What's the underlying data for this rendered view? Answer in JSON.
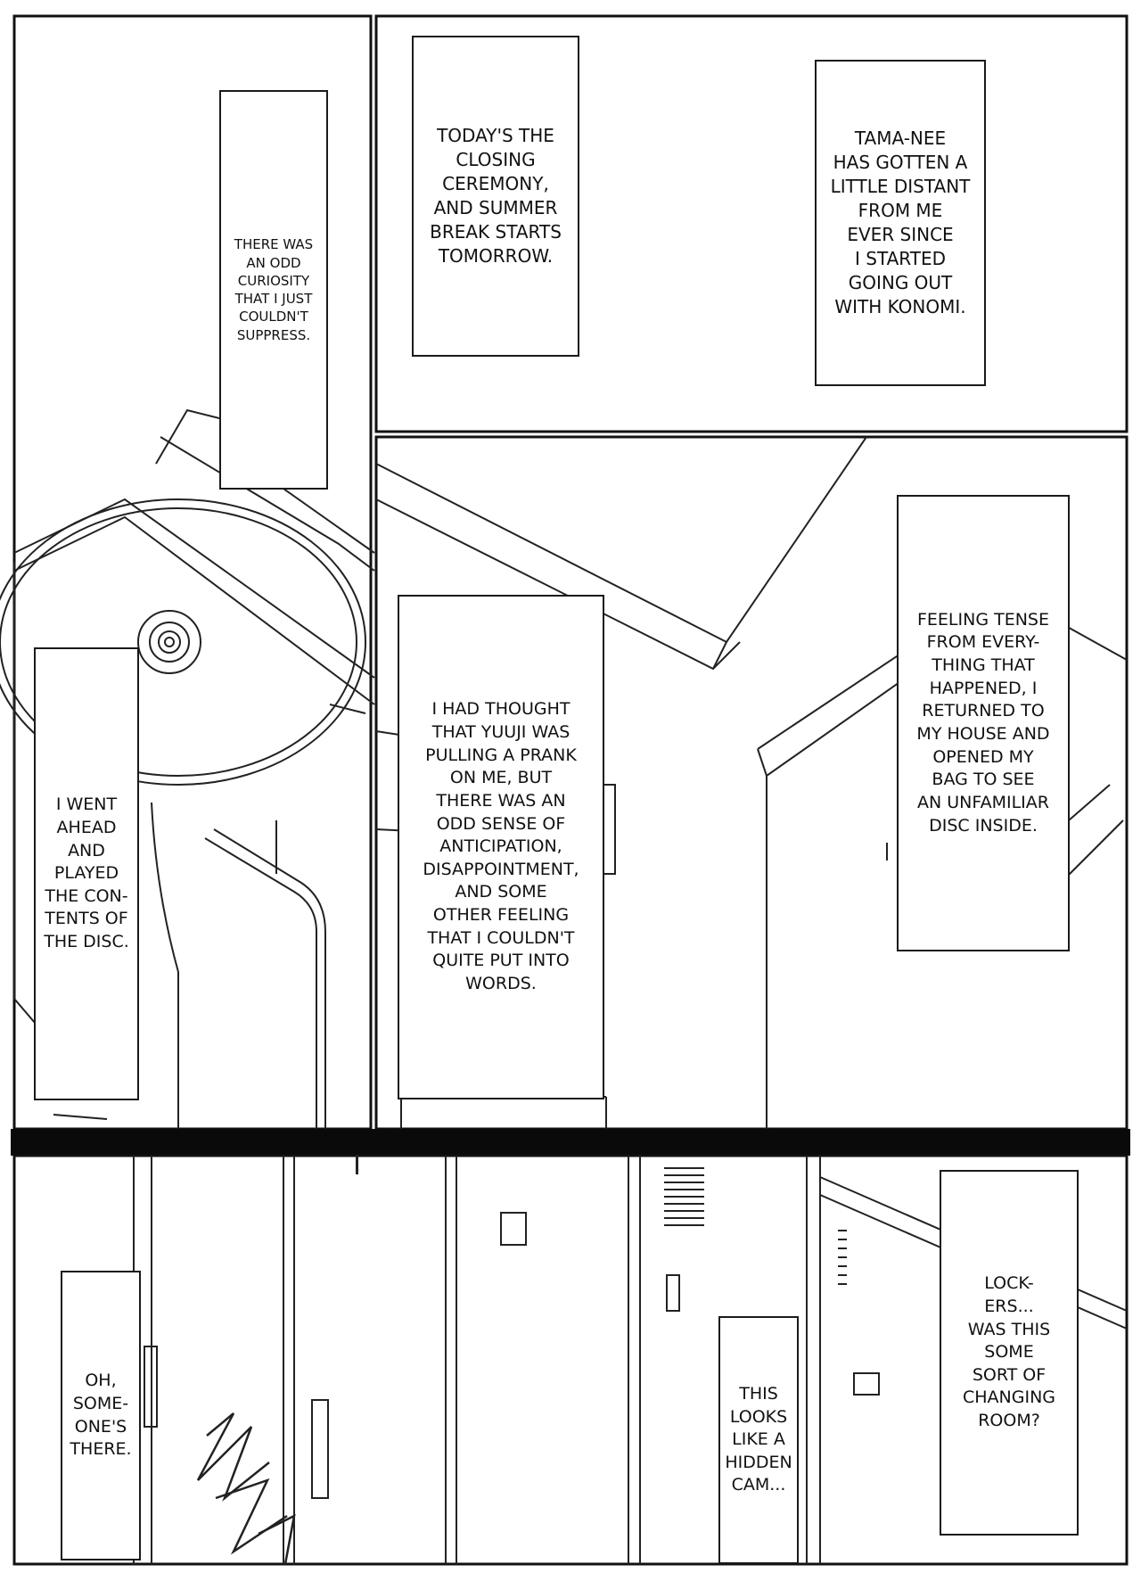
{
  "colors": {
    "ink": "#111111",
    "paper": "#ffffff",
    "panel_border": "#111111",
    "divider_bar": "#0a0a0a"
  },
  "captions": {
    "odd_curiosity": "There was\nan odd\ncuriosity\nthat I just\ncouldn't\nsuppress.",
    "closing_ceremony": "Today's the\nclosing\nceremony,\nand summer\nbreak starts\ntomorrow.",
    "tama_nee": "Tama-nee\nhas gotten a\nlittle distant\nfrom me\never since\nI started\ngoing out\nwith Konomi.",
    "played_disc": "I went\nahead\nand\nplayed\nthe con-\ntents of\nthe disc.",
    "prank": "I had thought\nthat Yuuji was\npulling a prank\non me, but\nthere was an\nodd sense of\nanticipation,\ndisappointment,\nand some\nother feeling\nthat I couldn't\nquite put into\nwords.",
    "feeling_tense": "Feeling tense\nfrom every-\nthing that\nhappened, I\nreturned to\nmy house and\nopened my\nbag to see\nan unfamiliar\ndisc inside.",
    "someone_there": "Oh,\nsome-\none's\nthere.",
    "hidden_cam": "This\nlooks\nlike a\nhidden\ncam...",
    "lockers": "Lock-\ners...\nwas this\nsome\nsort of\nchanging\nroom?"
  }
}
